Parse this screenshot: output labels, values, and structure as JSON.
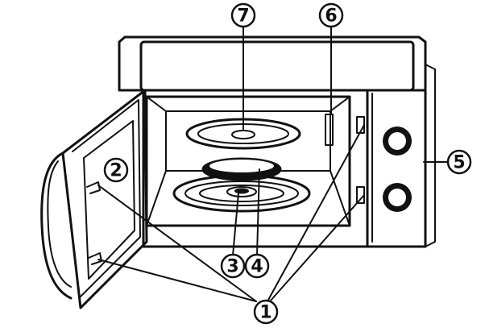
{
  "callouts": [
    {
      "id": "1",
      "label": "1"
    },
    {
      "id": "2",
      "label": "2"
    },
    {
      "id": "3",
      "label": "3"
    },
    {
      "id": "4",
      "label": "4"
    },
    {
      "id": "5",
      "label": "5"
    },
    {
      "id": "6",
      "label": "6"
    },
    {
      "id": "7",
      "label": "7"
    }
  ],
  "colors": {
    "line": "#111111",
    "background": "#ffffff",
    "fill_dark": "#111111"
  }
}
